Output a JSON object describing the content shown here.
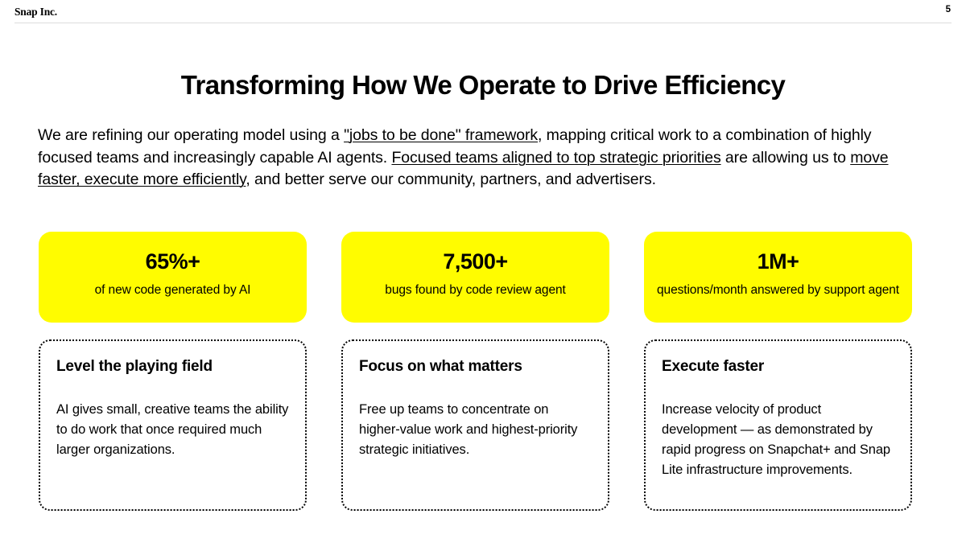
{
  "header": {
    "brand": "Snap Inc.",
    "page_number": "5"
  },
  "title": "Transforming How We Operate to Drive Efficiency",
  "intro": {
    "seg1": "We are refining our operating model using a ",
    "seg2_underline": "\"jobs to be done\" framework",
    "seg3": ", mapping critical work to a combination of highly focused teams and increasingly capable AI agents. ",
    "seg4_underline": "Focused teams aligned to top strategic priorities",
    "seg5": " are allowing us to ",
    "seg6_underline": "move faster, execute more efficiently",
    "seg7": ", and better serve our community, partners, and advertisers."
  },
  "accent_color": "#FFFC00",
  "columns": [
    {
      "stat_value": "65%+",
      "stat_label": "of new code generated by AI",
      "detail_title": "Level the playing field",
      "detail_body": "AI gives small, creative teams the ability to do work that once required much larger organizations."
    },
    {
      "stat_value": "7,500+",
      "stat_label": "bugs found by code review agent",
      "detail_title": "Focus on what matters",
      "detail_body": "Free up teams to concentrate on higher-value work and highest-priority strategic initiatives."
    },
    {
      "stat_value": "1M+",
      "stat_label": "questions/month answered by support agent",
      "detail_title": "Execute faster",
      "detail_body": "Increase velocity of product development — as demonstrated by rapid progress on Snapchat+ and Snap Lite infrastructure improvements."
    }
  ]
}
